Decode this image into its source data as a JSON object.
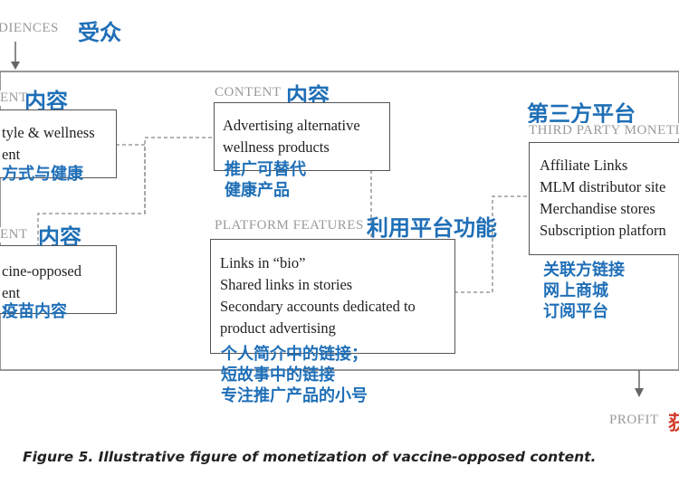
{
  "audiences": {
    "label": "DIENCES",
    "zh": "受众"
  },
  "content_left_top": {
    "label": "ENT",
    "zh": "内容",
    "lines": [
      "tyle & wellness",
      "ent"
    ],
    "zh_note": "方式与健康"
  },
  "content_left_bottom": {
    "label": "ENT",
    "zh": "内容",
    "lines": [
      "cine-opposed",
      "ent"
    ],
    "zh_note": "疫苗内容"
  },
  "content_middle": {
    "label": "CONTENT",
    "zh": "内容",
    "lines": [
      "Advertising alternative",
      "wellness products"
    ],
    "zh_note": [
      "推广可替代",
      "健康产品"
    ]
  },
  "platform_features": {
    "label": "PLATFORM FEATURES",
    "zh": "利用平台功能",
    "lines": [
      "Links in “bio”",
      "Shared links in stories",
      "Secondary accounts dedicated to",
      "product advertising"
    ],
    "zh_note": [
      "个人简介中的链接；",
      "短故事中的链接",
      "专注推广产品的小号"
    ]
  },
  "third_party": {
    "label": "THIRD PARTY MONETIZ",
    "zh": "第三方平台",
    "lines": [
      "Affiliate Links",
      "MLM distributor site",
      "Merchandise stores",
      "Subscription platforn"
    ],
    "zh_note": [
      "关联方链接",
      "网上商城",
      "订阅平台"
    ]
  },
  "profit": {
    "label": "PROFIT",
    "zh_partial": "获"
  },
  "caption": "Figure 5. Illustrative figure of monetization of vaccine-opposed content.",
  "colors": {
    "chinese_text": "#1f6fb7",
    "label_gray": "#9a9a9a",
    "box_border": "#555555"
  }
}
